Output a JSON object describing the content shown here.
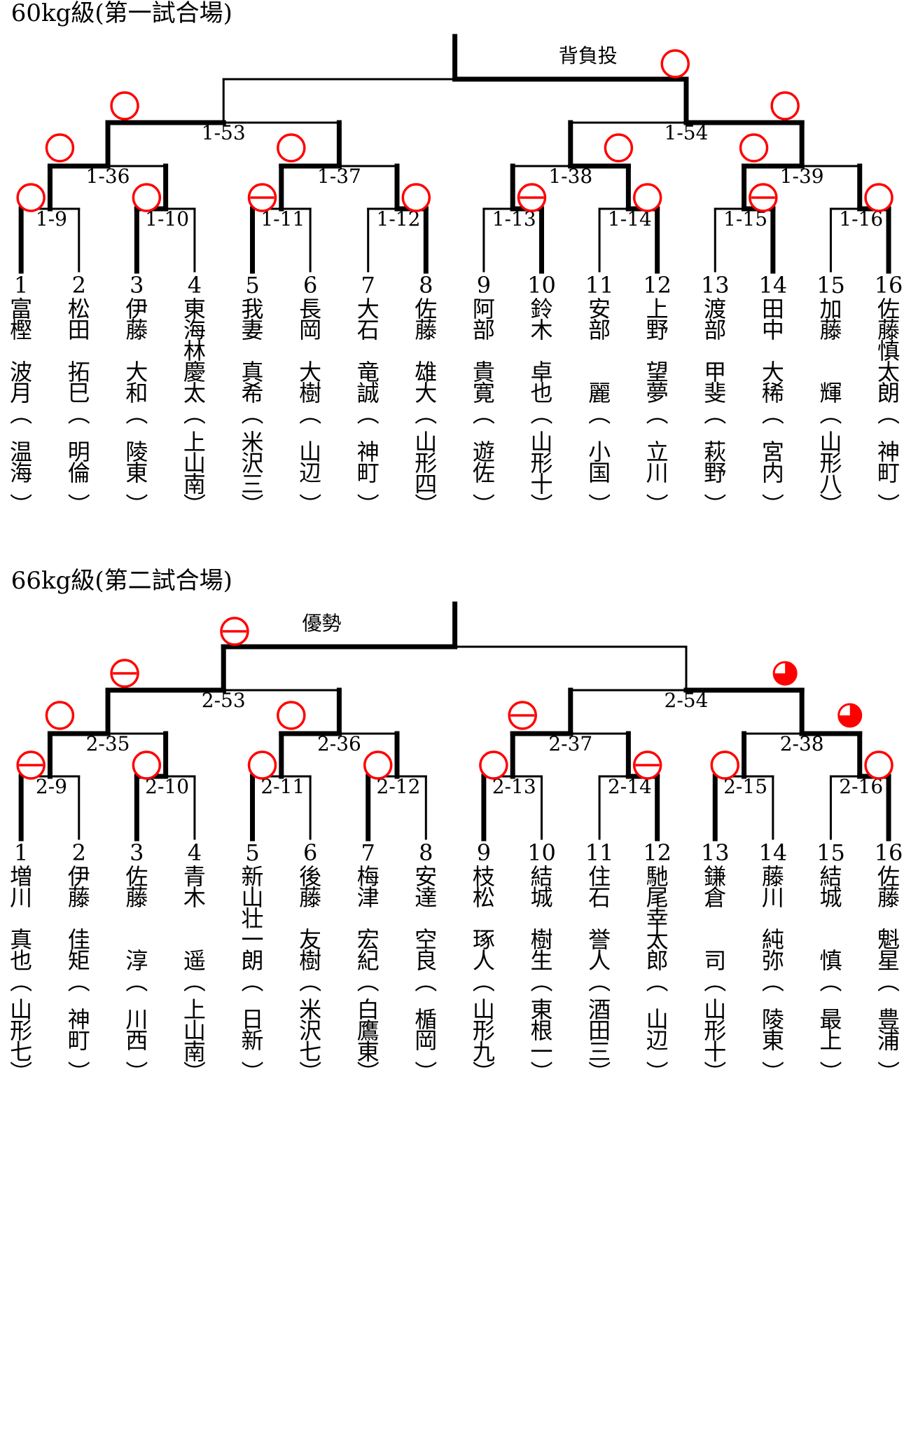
{
  "colors": {
    "line": "#000000",
    "mark": "#ff0000"
  },
  "brackets": [
    {
      "title": "60kg級(第一試合場)",
      "final_label": "背負投",
      "matches": {
        "r1": [
          "1-9",
          "1-10",
          "1-11",
          "1-12",
          "1-13",
          "1-14",
          "1-15",
          "1-16"
        ],
        "r2": [
          "1-36",
          "1-37",
          "1-38",
          "1-39"
        ],
        "r3": [
          "1-53",
          "1-54"
        ]
      },
      "winners": {
        "r1": [
          0,
          0,
          0,
          1,
          1,
          1,
          1,
          1
        ],
        "r2": [
          0,
          0,
          1,
          0
        ],
        "r3": [
          0,
          1
        ],
        "final": 1
      },
      "bold": {
        "r1": [
          0,
          1,
          0,
          1,
          1,
          1,
          1,
          1
        ],
        "r2": [
          0,
          0,
          1,
          0
        ],
        "r3": [
          0,
          1
        ],
        "final": [
          0,
          1
        ]
      },
      "marks": {
        "r1": [
          "circle",
          "circle",
          "minus",
          "circle",
          "minus",
          "circle",
          "minus",
          "circle"
        ],
        "r2": [
          "circle",
          "circle",
          "circle",
          "circle"
        ],
        "r3": [
          "circle",
          "circle"
        ],
        "final": "circle"
      },
      "players": [
        {
          "num": "1",
          "surname": [
            "富",
            "樫"
          ],
          "given": [
            "波",
            "月"
          ],
          "school": [
            "温",
            "海"
          ]
        },
        {
          "num": "2",
          "surname": [
            "松",
            "田"
          ],
          "given": [
            "拓",
            "巳"
          ],
          "school": [
            "明",
            "倫"
          ]
        },
        {
          "num": "3",
          "surname": [
            "伊",
            "藤"
          ],
          "given": [
            "大",
            "和"
          ],
          "school": [
            "陵",
            "東"
          ]
        },
        {
          "num": "4",
          "surname": [
            "東",
            "海",
            "林"
          ],
          "given": [
            "慶",
            "太"
          ],
          "school": [
            "上",
            "山",
            "南"
          ]
        },
        {
          "num": "5",
          "surname": [
            "我",
            "妻"
          ],
          "given": [
            "真",
            "希"
          ],
          "school": [
            "米",
            "沢",
            "三"
          ]
        },
        {
          "num": "6",
          "surname": [
            "長",
            "岡"
          ],
          "given": [
            "大",
            "樹"
          ],
          "school": [
            "山",
            "辺"
          ]
        },
        {
          "num": "7",
          "surname": [
            "大",
            "石"
          ],
          "given": [
            "竜",
            "誠"
          ],
          "school": [
            "神",
            "町"
          ]
        },
        {
          "num": "8",
          "surname": [
            "佐",
            "藤"
          ],
          "given": [
            "雄",
            "大"
          ],
          "school": [
            "山",
            "形",
            "四"
          ]
        },
        {
          "num": "9",
          "surname": [
            "阿",
            "部"
          ],
          "given": [
            "貴",
            "寛"
          ],
          "school": [
            "遊",
            "佐"
          ]
        },
        {
          "num": "10",
          "surname": [
            "鈴",
            "木"
          ],
          "given": [
            "卓",
            "也"
          ],
          "school": [
            "山",
            "形",
            "十"
          ]
        },
        {
          "num": "11",
          "surname": [
            "安",
            "部"
          ],
          "given": [
            "麗"
          ],
          "school": [
            "小",
            "国"
          ]
        },
        {
          "num": "12",
          "surname": [
            "上",
            "野"
          ],
          "given": [
            "望",
            "夢"
          ],
          "school": [
            "立",
            "川"
          ]
        },
        {
          "num": "13",
          "surname": [
            "渡",
            "部"
          ],
          "given": [
            "甲",
            "斐"
          ],
          "school": [
            "萩",
            "野"
          ]
        },
        {
          "num": "14",
          "surname": [
            "田",
            "中"
          ],
          "given": [
            "大",
            "稀"
          ],
          "school": [
            "宮",
            "内"
          ]
        },
        {
          "num": "15",
          "surname": [
            "加",
            "藤"
          ],
          "given": [
            "輝"
          ],
          "school": [
            "山",
            "形",
            "八"
          ]
        },
        {
          "num": "16",
          "surname": [
            "佐",
            "藤",
            "慎"
          ],
          "given": [
            "太",
            "朗"
          ],
          "school": [
            "神",
            "町"
          ]
        }
      ]
    },
    {
      "title": "66kg級(第二試合場)",
      "final_label": "優勢",
      "matches": {
        "r1": [
          "2-9",
          "2-10",
          "2-11",
          "2-12",
          "2-13",
          "2-14",
          "2-15",
          "2-16"
        ],
        "r2": [
          "2-35",
          "2-36",
          "2-37",
          "2-38"
        ],
        "r3": [
          "2-53",
          "2-54"
        ]
      },
      "winners": {
        "r1": [
          0,
          0,
          0,
          0,
          0,
          1,
          0,
          1
        ],
        "r2": [
          0,
          0,
          0,
          1
        ],
        "r3": [
          0,
          1
        ],
        "final": 0
      },
      "bold": {
        "r1": [
          0,
          1,
          0,
          0,
          0,
          1,
          0,
          1
        ],
        "r2": [
          0,
          0,
          0,
          1
        ],
        "r3": [
          0,
          1
        ],
        "final": [
          1,
          0
        ]
      },
      "marks": {
        "r1": [
          "minus",
          "circle",
          "circle",
          "circle",
          "circle",
          "minus",
          "circle",
          "circle"
        ],
        "r2": [
          "circle",
          "circle",
          "minus",
          "half"
        ],
        "r3": [
          "minus",
          "half"
        ],
        "final": "minus"
      },
      "players": [
        {
          "num": "1",
          "surname": [
            "増",
            "川"
          ],
          "given": [
            "真",
            "也"
          ],
          "school": [
            "山",
            "形",
            "七"
          ]
        },
        {
          "num": "2",
          "surname": [
            "伊",
            "藤"
          ],
          "given": [
            "佳",
            "矩"
          ],
          "school": [
            "神",
            "町"
          ]
        },
        {
          "num": "3",
          "surname": [
            "佐",
            "藤"
          ],
          "given": [
            "淳"
          ],
          "school": [
            "川",
            "西"
          ]
        },
        {
          "num": "4",
          "surname": [
            "青",
            "木"
          ],
          "given": [
            "遥"
          ],
          "school": [
            "上",
            "山",
            "南"
          ]
        },
        {
          "num": "5",
          "surname": [
            "新",
            "山",
            "壮"
          ],
          "given": [
            "一",
            "朗"
          ],
          "school": [
            "日",
            "新"
          ]
        },
        {
          "num": "6",
          "surname": [
            "後",
            "藤"
          ],
          "given": [
            "友",
            "樹"
          ],
          "school": [
            "米",
            "沢",
            "七"
          ]
        },
        {
          "num": "7",
          "surname": [
            "梅",
            "津"
          ],
          "given": [
            "宏",
            "紀"
          ],
          "school": [
            "白",
            "鷹",
            "東"
          ]
        },
        {
          "num": "8",
          "surname": [
            "安",
            "達"
          ],
          "given": [
            "空",
            "良"
          ],
          "school": [
            "楯",
            "岡"
          ]
        },
        {
          "num": "9",
          "surname": [
            "枝",
            "松"
          ],
          "given": [
            "琢",
            "人"
          ],
          "school": [
            "山",
            "形",
            "九"
          ]
        },
        {
          "num": "10",
          "surname": [
            "結",
            "城"
          ],
          "given": [
            "樹",
            "生"
          ],
          "school": [
            "東",
            "根",
            "一"
          ]
        },
        {
          "num": "11",
          "surname": [
            "住",
            "石"
          ],
          "given": [
            "誉",
            "人"
          ],
          "school": [
            "酒",
            "田",
            "三"
          ]
        },
        {
          "num": "12",
          "surname": [
            "馳",
            "尾",
            "幸"
          ],
          "given": [
            "太",
            "郎"
          ],
          "school": [
            "山",
            "辺"
          ]
        },
        {
          "num": "13",
          "surname": [
            "鎌",
            "倉"
          ],
          "given": [
            "司"
          ],
          "school": [
            "山",
            "形",
            "十"
          ]
        },
        {
          "num": "14",
          "surname": [
            "藤",
            "川"
          ],
          "given": [
            "純",
            "弥"
          ],
          "school": [
            "陵",
            "東"
          ]
        },
        {
          "num": "15",
          "surname": [
            "結",
            "城"
          ],
          "given": [
            "慎"
          ],
          "school": [
            "最",
            "上"
          ]
        },
        {
          "num": "16",
          "surname": [
            "佐",
            "藤"
          ],
          "given": [
            "魁",
            "星"
          ],
          "school": [
            "豊",
            "浦"
          ]
        }
      ]
    }
  ]
}
